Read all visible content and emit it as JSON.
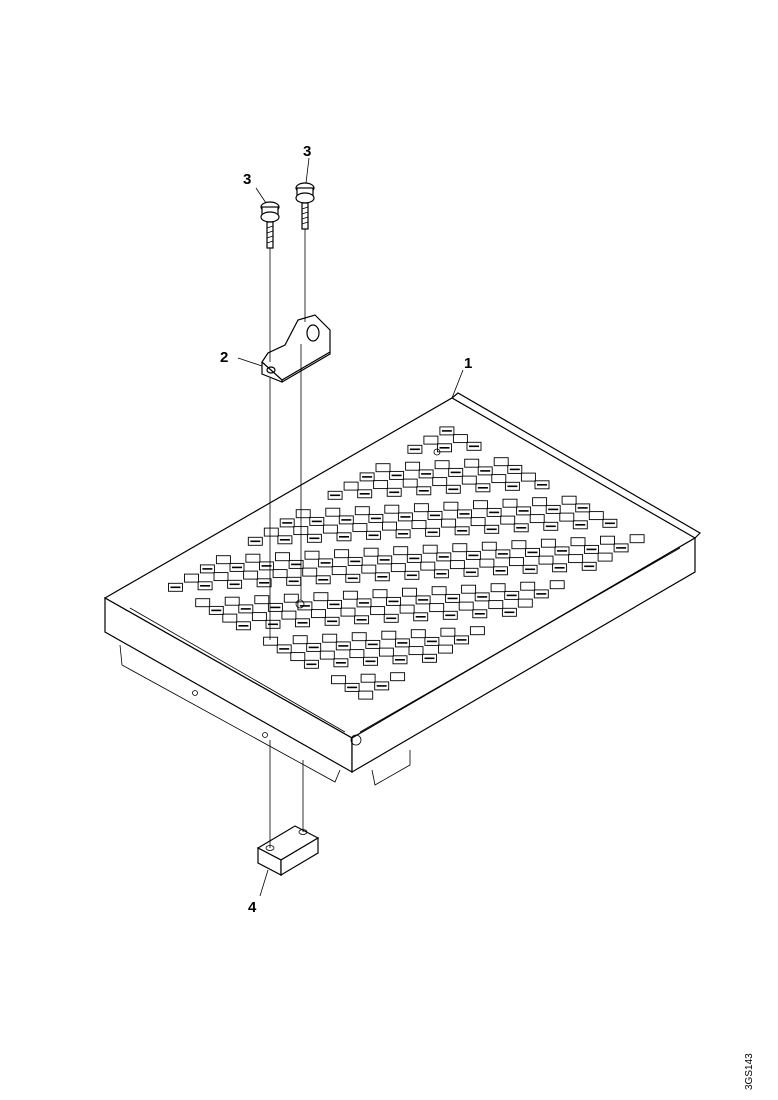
{
  "callouts": {
    "c1": "1",
    "c2": "2",
    "c3a": "3",
    "c3b": "3",
    "c4": "4"
  },
  "reference_code": "3GS143"
}
